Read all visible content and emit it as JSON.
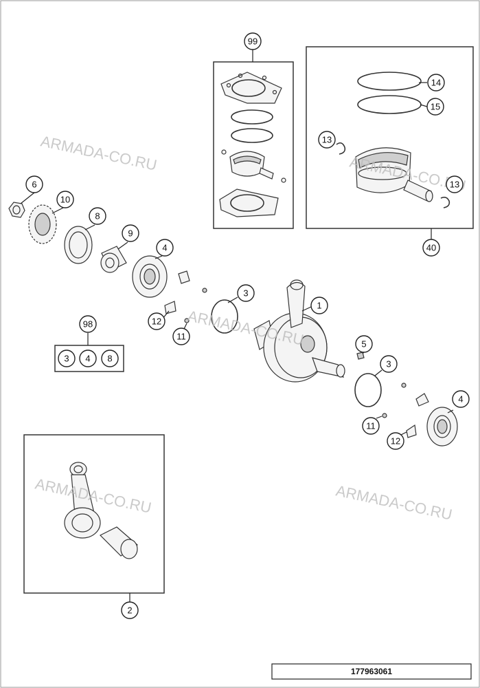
{
  "callouts": {
    "c99": "99",
    "c40": "40",
    "c14": "14",
    "c15": "15",
    "c13a": "13",
    "c13b": "13",
    "c6": "6",
    "c10": "10",
    "c8": "8",
    "c9": "9",
    "c4a": "4",
    "c3a": "3",
    "c1": "1",
    "c12a": "12",
    "c11a": "11",
    "c98": "98",
    "c5": "5",
    "c3b": "3",
    "c4b": "4",
    "c11b": "11",
    "c12b": "12",
    "c2": "2"
  },
  "kit98_items": [
    "3",
    "4",
    "8"
  ],
  "watermark": "ARMADA-CO.RU",
  "document_number": "177963061"
}
